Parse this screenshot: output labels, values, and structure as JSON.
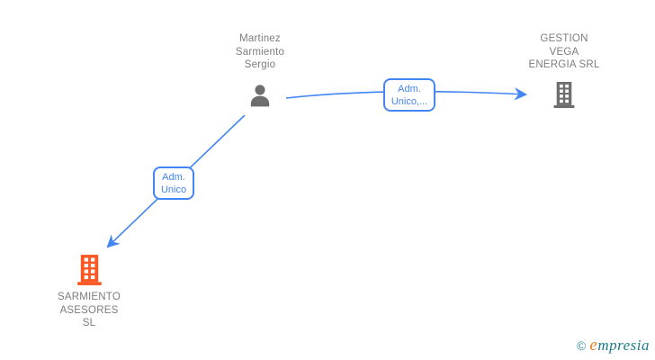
{
  "colors": {
    "accent_blue": "#4285F4",
    "text_gray": "#7d7d7d",
    "icon_gray": "#6e6e6e",
    "company_orange": "#FF5722",
    "logo_teal": "#1A7A8C",
    "logo_orange": "#E87C1E"
  },
  "nodes": {
    "person": {
      "label": "Martinez\nSarmiento\nSergio",
      "icon": "person-icon"
    },
    "company_right": {
      "label": "GESTION\nVEGA\nENERGIA SRL",
      "icon": "building-icon"
    },
    "company_left": {
      "label": "SARMIENTO\nASESORES\nSL",
      "icon": "building-icon"
    }
  },
  "edges": [
    {
      "from": "person",
      "to": "company_right",
      "label": "Adm.\nUnico,..."
    },
    {
      "from": "person",
      "to": "company_left",
      "label": "Adm.\nUnico"
    }
  ],
  "footer": {
    "copyright": "©",
    "brand_initial": "e",
    "brand_rest": "mpresia"
  }
}
